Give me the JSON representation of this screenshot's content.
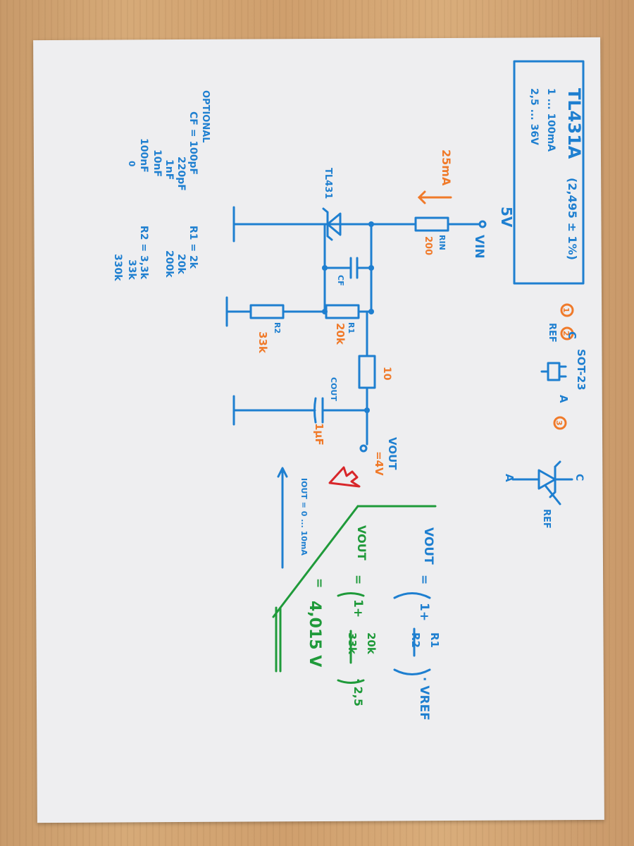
{
  "colors": {
    "blue": "#1e7fd0",
    "orange": "#f07a2a",
    "green": "#1f9a3a",
    "red": "#d8262a"
  },
  "part_box": {
    "name": "TL431A",
    "ref_tolerance": "(2,495 ± 1%)",
    "current_range": "1 ... 100mA",
    "voltage_range": "2,5 ... 36V"
  },
  "pinout": {
    "package": "SOT-23",
    "pin1_number": "1",
    "pin1_label": "C",
    "pin2_number": "2",
    "pin2_label": "REF",
    "pin3_number": "3",
    "pin3_label": "A"
  },
  "symbol_pins": {
    "cathode": "C",
    "anode": "A",
    "ref": "REF"
  },
  "schematic": {
    "supply": "5V",
    "vin_label": "VIN",
    "current": "25mA",
    "rin_label": "RIN",
    "rin_value": "200",
    "ic_label": "TL431",
    "cf_label": "CF",
    "r1_label": "R1",
    "r1_value": "20k",
    "r2_label": "R2",
    "r2_value": "33k",
    "series_r_value": "10",
    "cout_label": "COUT",
    "cout_value": "1µF",
    "vout_label": "VOUT",
    "vout_value": "=4V",
    "iout_label": "IOUT = 0 ... 10mA"
  },
  "optional_notes": {
    "title": "OPTIONAL",
    "cf_values": [
      "CF = 100pF",
      "220pF",
      "1nF",
      "10nF",
      "100nF",
      "0"
    ],
    "r1_values": [
      "R1 = 2k",
      "20k",
      "200k"
    ],
    "r2_values": [
      "R2 = 3,3k",
      "33k",
      "330k"
    ]
  },
  "formula": {
    "line1_lhs": "VOUT",
    "line1_eq": "=",
    "line1_rhs_a": "1+",
    "line1_num": "R1",
    "line1_den": "R2",
    "line1_rhs_b": "· VREF",
    "line2_lhs": "VOUT",
    "line2_eq": "=",
    "line2_rhs_a": "1+",
    "line2_num": "20k",
    "line2_den": "33k",
    "line2_rhs_b": "· 2,5",
    "line3_eq": "=",
    "line3_result": "4,015 V"
  }
}
